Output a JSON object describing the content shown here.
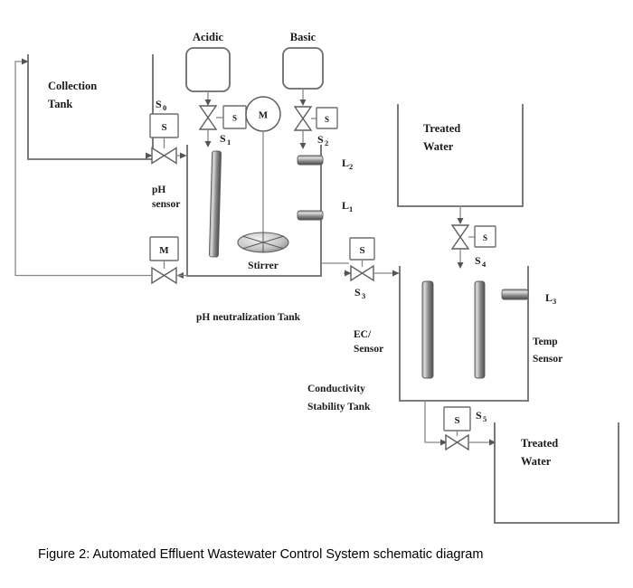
{
  "figure": {
    "caption": "Figure 2:  Automated Effluent Wastewater Control System schematic diagram"
  },
  "tanks": {
    "collection": {
      "line1": "Collection",
      "line2": "Tank"
    },
    "acidic": {
      "label": "Acidic"
    },
    "basic": {
      "label": "Basic"
    },
    "neutralization": {
      "label": "pH neutralization Tank"
    },
    "treated_upper": {
      "line1": "Treated",
      "line2": "Water"
    },
    "conductivity": {
      "line1": "Conductivity",
      "line2": "Stability Tank"
    },
    "treated_lower": {
      "line1": "Treated",
      "line2": "Water"
    }
  },
  "sensors": {
    "ph": {
      "line1": "pH",
      "line2": "sensor"
    },
    "ec": {
      "line1": "EC/",
      "line2": "Sensor"
    },
    "temp": {
      "line1": "Temp",
      "line2": "Sensor"
    },
    "stirrer": {
      "label": "Stirrer"
    }
  },
  "level_switches": {
    "l1": {
      "base": "L",
      "sub": "1"
    },
    "l2": {
      "base": "L",
      "sub": "2"
    },
    "l3": {
      "base": "L",
      "sub": "3"
    }
  },
  "valves": [
    {
      "id": "s0",
      "base": "S",
      "sub": "0",
      "box_label": "S",
      "actuator": "solenoid"
    },
    {
      "id": "s1",
      "base": "S",
      "sub": "1",
      "box_label": "S",
      "actuator": "solenoid"
    },
    {
      "id": "s2",
      "base": "S",
      "sub": "2",
      "box_label": "S",
      "actuator": "solenoid"
    },
    {
      "id": "s3",
      "base": "S",
      "sub": "3",
      "box_label": "S",
      "actuator": "solenoid"
    },
    {
      "id": "s4",
      "base": "S",
      "sub": "4",
      "box_label": "S",
      "actuator": "solenoid"
    },
    {
      "id": "s5",
      "base": "S",
      "sub": "5",
      "box_label": "S",
      "actuator": "solenoid"
    },
    {
      "id": "recirc",
      "base": "",
      "sub": "",
      "box_label": "M",
      "actuator": "motorized"
    }
  ],
  "motor": {
    "label": "M"
  },
  "colors": {
    "tank_outline": "#6b6b6b",
    "pipe": "#888888",
    "probe_dark": "#4a4a4a",
    "probe_light": "#d8d8d8",
    "text": "#1a1a1a"
  }
}
